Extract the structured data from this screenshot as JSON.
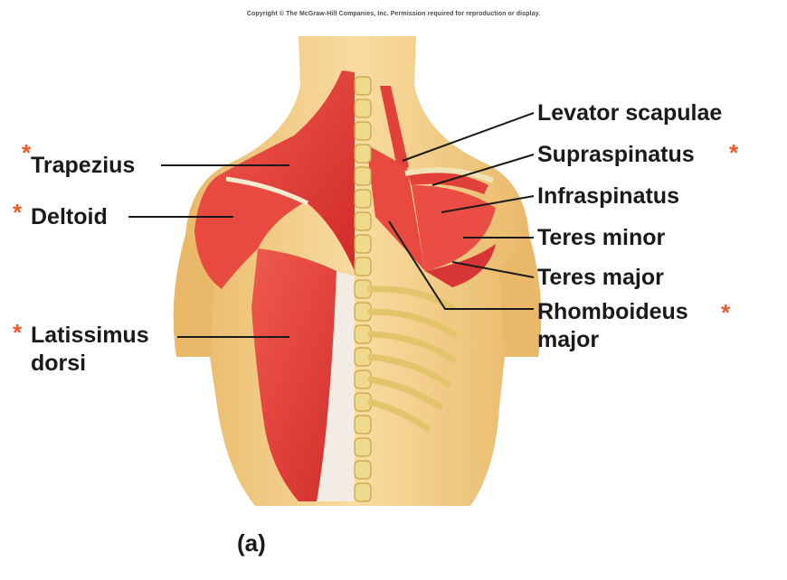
{
  "copyright": "Copyright © The McGraw-Hill Companies, Inc. Permission required for reproduction or display.",
  "panel_label": "(a)",
  "asterisk": "*",
  "colors": {
    "muscle": "#e23a3a",
    "skin": "#f3cf8a",
    "bone": "#efd98a",
    "asterisk": "#f05a28",
    "text": "#1a1a1a"
  },
  "labels_left": {
    "trapezius": "Trapezius",
    "deltoid": "Deltoid",
    "latissimus_line1": "Latissimus",
    "latissimus_line2": "dorsi"
  },
  "labels_right": {
    "levator_scapulae": "Levator scapulae",
    "supraspinatus": "Supraspinatus",
    "infraspinatus": "Infraspinatus",
    "teres_minor": "Teres minor",
    "teres_major": "Teres major",
    "rhomboideus_line1": "Rhomboideus",
    "rhomboideus_line2": "major"
  }
}
